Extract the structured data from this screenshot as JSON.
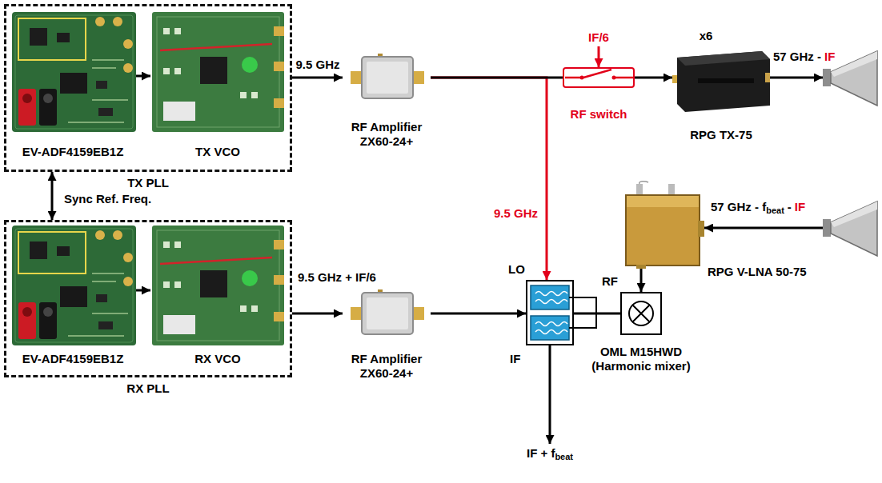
{
  "diagram": {
    "nodes": [
      {
        "text": [
          "TX PLL"
        ]
      },
      {
        "text": [
          "EV-ADF4159EB1Z"
        ],
        "in": 0
      },
      {
        "text": [
          "TX VCO"
        ],
        "in": 0
      },
      {
        "text": [
          "RF Amplifier ZX60-24+"
        ]
      },
      {
        "text": [
          "RF switch"
        ]
      },
      {
        "text": [
          "x6",
          "RPG TX-75"
        ]
      },
      {
        "text": [
          "RX PLL"
        ]
      },
      {
        "text": [
          "EV-ADF4159EB1Z"
        ],
        "in": 6
      },
      {
        "text": [
          "RX VCO"
        ],
        "in": 6
      },
      {
        "text": [
          "RF Amplifier ZX60-24+"
        ]
      },
      {
        "text": [
          "RPG V-LNA 50-75"
        ]
      },
      {
        "text": [
          "LO",
          "IF"
        ]
      },
      {
        "text": [
          "RF",
          "OML M15HWD (Harmonic mixer)"
        ]
      }
    ],
    "edges": [
      {
        "from": 1,
        "to": 2,
        "arrow": "to"
      },
      {
        "from": 7,
        "to": 8,
        "arrow": "to"
      },
      {
        "from": 0,
        "to": 6,
        "arrow": "both",
        "label": "Sync Ref. Freq."
      },
      {
        "from": 0,
        "to": 3,
        "arrow": "to",
        "label": "9.5 GHz"
      },
      {
        "from": 3,
        "to": 11,
        "arrow": "to",
        "label": "9.5 GHz"
      },
      {
        "from": 3,
        "to": 4,
        "arrow": "none"
      },
      {
        "from": 4,
        "to": 5,
        "arrow": "to"
      },
      {
        "from": 6,
        "to": 9,
        "arrow": "to",
        "label": "9.5 GHz + IF/6"
      },
      {
        "from": 9,
        "to": 11,
        "arrow": "to"
      },
      {
        "from": 11,
        "to": 12,
        "arrow": "none"
      },
      {
        "from": 10,
        "to": 12,
        "arrow": "to"
      }
    ],
    "labels": [
      "IF/6",
      "57 GHz -",
      "IF",
      "57 GHz - f",
      "beat",
      "-",
      "IF",
      "IF + f",
      "beat"
    ]
  }
}
